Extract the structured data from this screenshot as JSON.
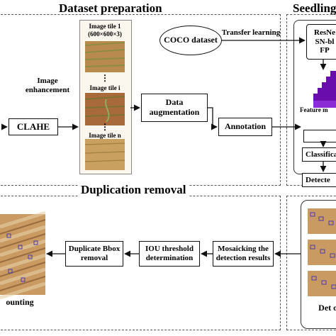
{
  "titles": {
    "dataset_preparation": "Dataset preparation",
    "seedling_detection": "Seedling",
    "duplication_removal": "Duplication removal"
  },
  "preparation": {
    "image_enhancement": "Image enhancement",
    "clahe": "CLAHE",
    "tile1": "Image tile 1",
    "tile1_dims": "(600×600×3)",
    "tilei": "Image tile i",
    "tilen": "Image tile n",
    "dots": "⋮",
    "data_augmentation": "Data augmentation",
    "annotation": "Annotation",
    "coco": "COCO dataset",
    "transfer_learning": "Transfer learning"
  },
  "network": {
    "backbone_line1": "ResNe",
    "backbone_line2": "SN-bl",
    "backbone_line3": "FP",
    "feature_map": "Feature m",
    "classification": "Classifica",
    "detected": "Detecte"
  },
  "removal": {
    "mosaicking": "Mosaicking the detection results",
    "iou": "IOU threshold determination",
    "duplicate": "Duplicate Bbox removal",
    "counting": "ounting",
    "detection_on": "Det on"
  },
  "colors": {
    "network_accent": "#6a0dad",
    "soil_tile1": "#b88a4e",
    "soil_tilei": "#a86a3a",
    "soil_tilen": "#c9a060",
    "field": "#c99a62",
    "detection_box": "#4a3aa8"
  }
}
